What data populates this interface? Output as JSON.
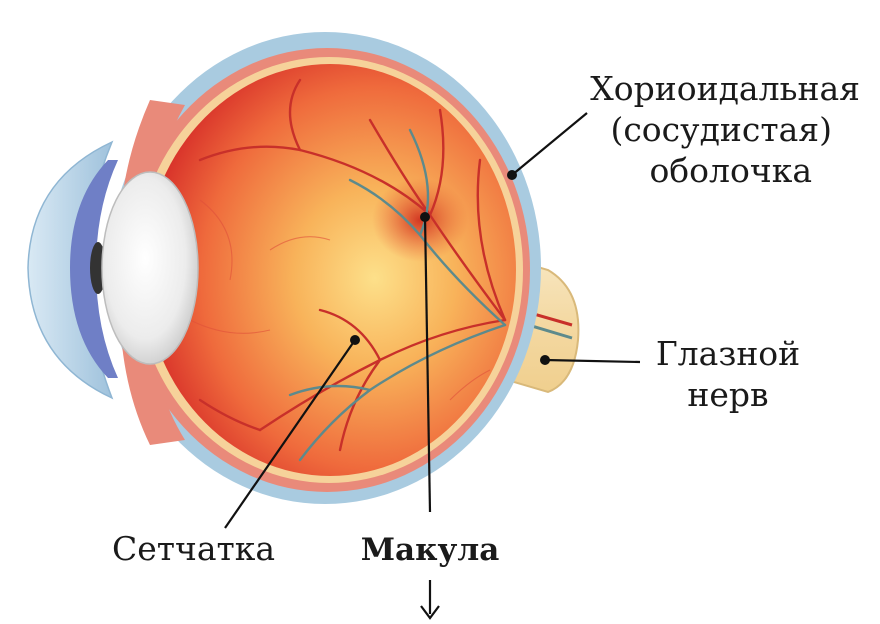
{
  "labels": {
    "choroid_line1": "Хориоидальная",
    "choroid_line2": "(сосудистая)",
    "choroid_line3": "оболочка",
    "optic_nerve_line1": "Глазной",
    "optic_nerve_line2": "нерв",
    "retina": "Сетчатка",
    "macula": "Макула"
  },
  "colors": {
    "sclera": "#a9cbe0",
    "choroid": "#e98a7a",
    "retina": "#f0a35c",
    "vitreous": "#ef6a3c",
    "lens": "#e8e8e8",
    "iris": "#6f7fc6",
    "cornea": "#bcd7ea",
    "vessel_artery": "#c8302a",
    "vessel_vein": "#5d8a8c",
    "nerve": "#f2dfb0"
  }
}
